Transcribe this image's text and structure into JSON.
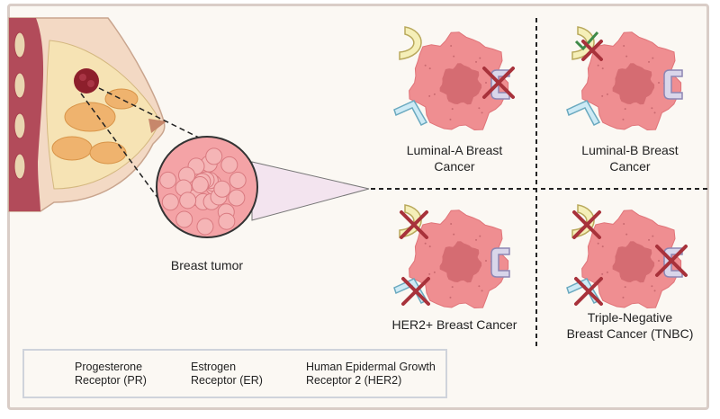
{
  "tumor_label": "Breast tumor",
  "subtypes": [
    {
      "name_line1": "Luminal-A Breast",
      "name_line2": "Cancer",
      "PR": "present",
      "ER": "present",
      "HER2": "absent"
    },
    {
      "name_line1": "Luminal-B Breast",
      "name_line2": "Cancer",
      "PR": "variable",
      "ER": "present",
      "HER2": "present"
    },
    {
      "name_line1": "HER2+ Breast Cancer",
      "name_line2": "",
      "PR": "absent",
      "ER": "absent",
      "HER2": "present"
    },
    {
      "name_line1": "Triple-Negative",
      "name_line2": "Breast Cancer (TNBC)",
      "PR": "absent",
      "ER": "absent",
      "HER2": "absent"
    }
  ],
  "legend": [
    {
      "line1": "Progesterone",
      "line2": "Receptor (PR)",
      "icon": "crescent-icon"
    },
    {
      "line1": "Estrogen",
      "line2": "Receptor (ER)",
      "icon": "chevron-icon"
    },
    {
      "line1": "Human Epidermal Growth",
      "line2": "Receptor 2 (HER2)",
      "icon": "bracket-icon"
    }
  ],
  "colors": {
    "cell": "#ef8e91",
    "nucleus": "#d56c72",
    "pr": "#f5efb8",
    "er": "#cdeaf5",
    "her2": "#d9d6ea",
    "cross": "#a8323b",
    "check": "#3f8a4a"
  }
}
